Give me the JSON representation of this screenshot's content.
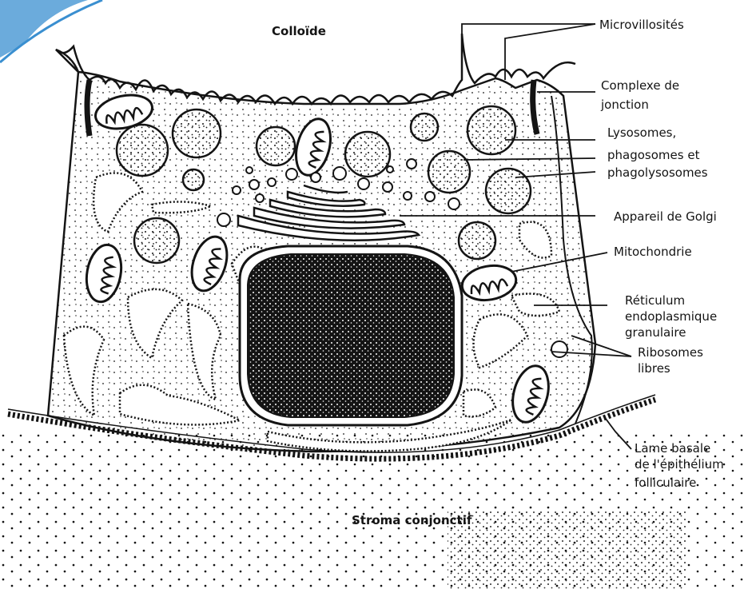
{
  "diagram": {
    "top_label": "Colloïde",
    "bottom_label": "Stroma conjonctif",
    "labels": {
      "microvillosites": "Microvillosités",
      "complexe_line1": "Complexe de",
      "complexe_line2": "jonction",
      "lysosomes_line1": "Lysosomes,",
      "lysosomes_line2": "phagosomes et",
      "lysosomes_line3": "phagolysosomes",
      "golgi": "Appareil de Golgi",
      "mitochondrie": "Mitochondrie",
      "reticulum_line1": "Réticulum",
      "reticulum_line2": "endoplasmique",
      "reticulum_line3": "granulaire",
      "ribosomes_line1": "Ribosomes",
      "ribosomes_line2": "libres",
      "lame_line1": "Lame basale",
      "lame_line2": "de l'épithélium",
      "lame_line3": "folliculaire"
    }
  },
  "colors": {
    "ink": "#141414",
    "paper": "#ffffff",
    "corner_accent": "#3a8fd0"
  }
}
